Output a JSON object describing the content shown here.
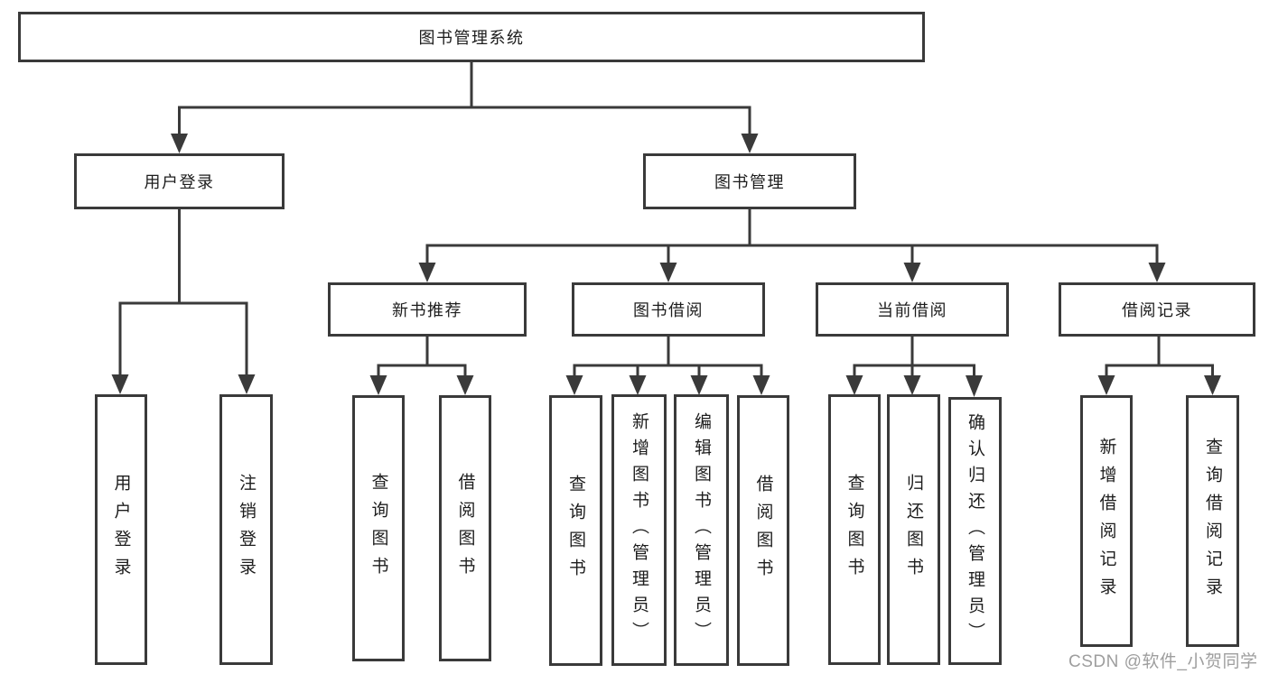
{
  "tree": {
    "root": {
      "label": "图书管理系统",
      "children": [
        {
          "label": "用户登录",
          "children": [
            {
              "label": "用户登录"
            },
            {
              "label": "注销登录"
            }
          ]
        },
        {
          "label": "图书管理",
          "children": [
            {
              "label": "新书推荐",
              "children": [
                {
                  "label": "查询图书"
                },
                {
                  "label": "借阅图书"
                }
              ]
            },
            {
              "label": "图书借阅",
              "children": [
                {
                  "label": "查询图书"
                },
                {
                  "label": "新增图书（管理员）"
                },
                {
                  "label": "编辑图书（管理员）"
                },
                {
                  "label": "借阅图书"
                }
              ]
            },
            {
              "label": "当前借阅",
              "children": [
                {
                  "label": "查询图书"
                },
                {
                  "label": "归还图书"
                },
                {
                  "label": "确认归还（管理员）"
                }
              ]
            },
            {
              "label": "借阅记录",
              "children": [
                {
                  "label": "新增借阅记录"
                },
                {
                  "label": "查询借阅记录"
                }
              ]
            }
          ]
        }
      ]
    }
  },
  "watermark": "CSDN @软件_小贺同学",
  "colors": {
    "line": "#3a3a3a",
    "text": "#1d1d1d",
    "watermark": "#9e9e9e",
    "background": "#ffffff"
  }
}
